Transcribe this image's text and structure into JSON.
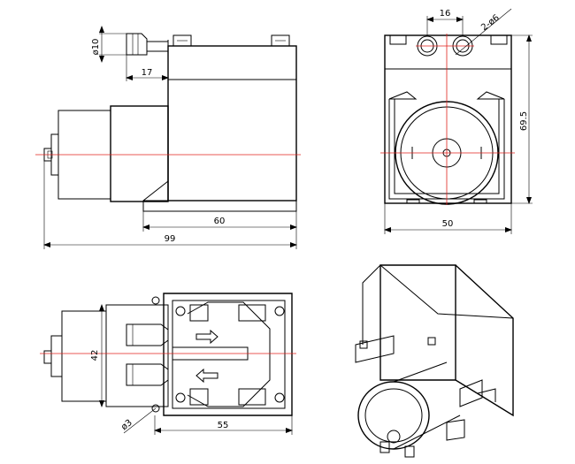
{
  "colors": {
    "line": "#000000",
    "centerline": "#e0201c",
    "background": "#ffffff"
  },
  "dimensions": {
    "inlet_diameter": "ø10",
    "inlet_length": "17",
    "body_length": "60",
    "overall_length": "99",
    "port_spacing": "16",
    "port_diameter": "2-ø6",
    "height": "69.5",
    "width": "50",
    "side_height": "42",
    "mount_hole": "ø3",
    "base_width": "55"
  },
  "icons": {
    "flow_arrow_out": "right-arrow-icon",
    "flow_arrow_in": "left-arrow-icon"
  }
}
